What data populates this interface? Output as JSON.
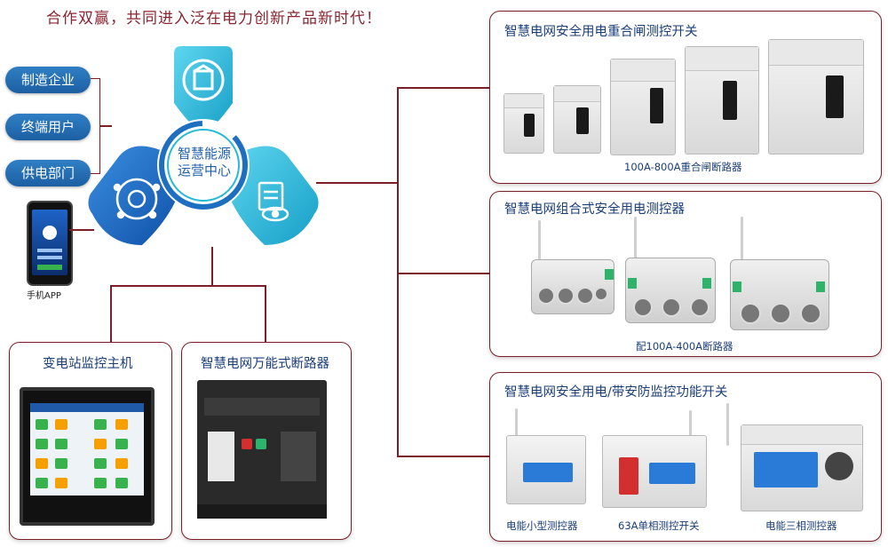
{
  "slogan": "合作双赢，共同进入泛在电力创新产品新时代！",
  "left_tags": [
    "制造企业",
    "终端用户",
    "供电部门"
  ],
  "hub": {
    "line1": "智慧能源",
    "line2": "运营中心"
  },
  "phone": {
    "label": "手机APP"
  },
  "panels": {
    "reclosing": {
      "title": "智慧电网安全用电重合闸测控开关",
      "caption": "100A-800A重合闸断路器"
    },
    "combined": {
      "title": "智慧电网组合式安全用电测控器",
      "caption": "配100A-400A断路器"
    },
    "security": {
      "title": "智慧电网安全用电/带安防监控功能开关",
      "captions": [
        "电能小型测控器",
        "63A单相测控开关",
        "电能三相测控器"
      ]
    },
    "substation": {
      "title": "变电站监控主机"
    },
    "universal": {
      "title": "智慧电网万能式断路器"
    }
  },
  "colors": {
    "accent": "#7a1f28",
    "title_blue": "#1b3f7a",
    "hub_blue": "#1e6fc0",
    "hub_cyan": "#27b9d8"
  },
  "icons": [
    "gear-cube-icon",
    "network-gear-icon",
    "clipboard-eye-icon"
  ]
}
